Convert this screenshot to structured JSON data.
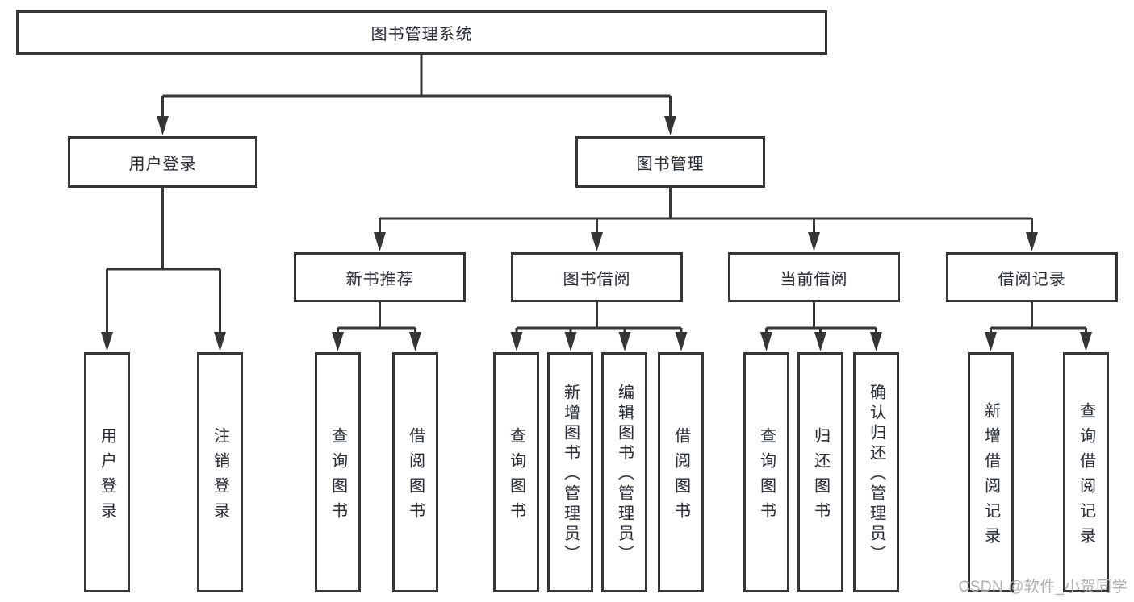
{
  "diagram": {
    "title_node": {
      "label": "图书管理系统"
    },
    "level2": [
      {
        "label": "用户登录"
      },
      {
        "label": "图书管理"
      }
    ],
    "level3": [
      {
        "label": "新书推荐"
      },
      {
        "label": "图书借阅"
      },
      {
        "label": "当前借阅"
      },
      {
        "label": "借阅记录"
      }
    ],
    "leaves": [
      {
        "label": "用户登录"
      },
      {
        "label": "注销登录"
      },
      {
        "label": "查询图书"
      },
      {
        "label": "借阅图书"
      },
      {
        "label": "查询图书"
      },
      {
        "label": "新增图书（管理员）"
      },
      {
        "label": "编辑图书（管理员）"
      },
      {
        "label": "借阅图书"
      },
      {
        "label": "查询图书"
      },
      {
        "label": "归还图书"
      },
      {
        "label": "确认归还（管理员）"
      },
      {
        "label": "新增借阅记录"
      },
      {
        "label": "查询借阅记录"
      }
    ]
  },
  "watermark": {
    "text": "CSDN @软件_小贺同学"
  },
  "colors": {
    "line": "#363636",
    "box_border": "#363636",
    "text": "#2f2f2f",
    "background": "#ffffff",
    "watermark": "#b0b0b0"
  }
}
